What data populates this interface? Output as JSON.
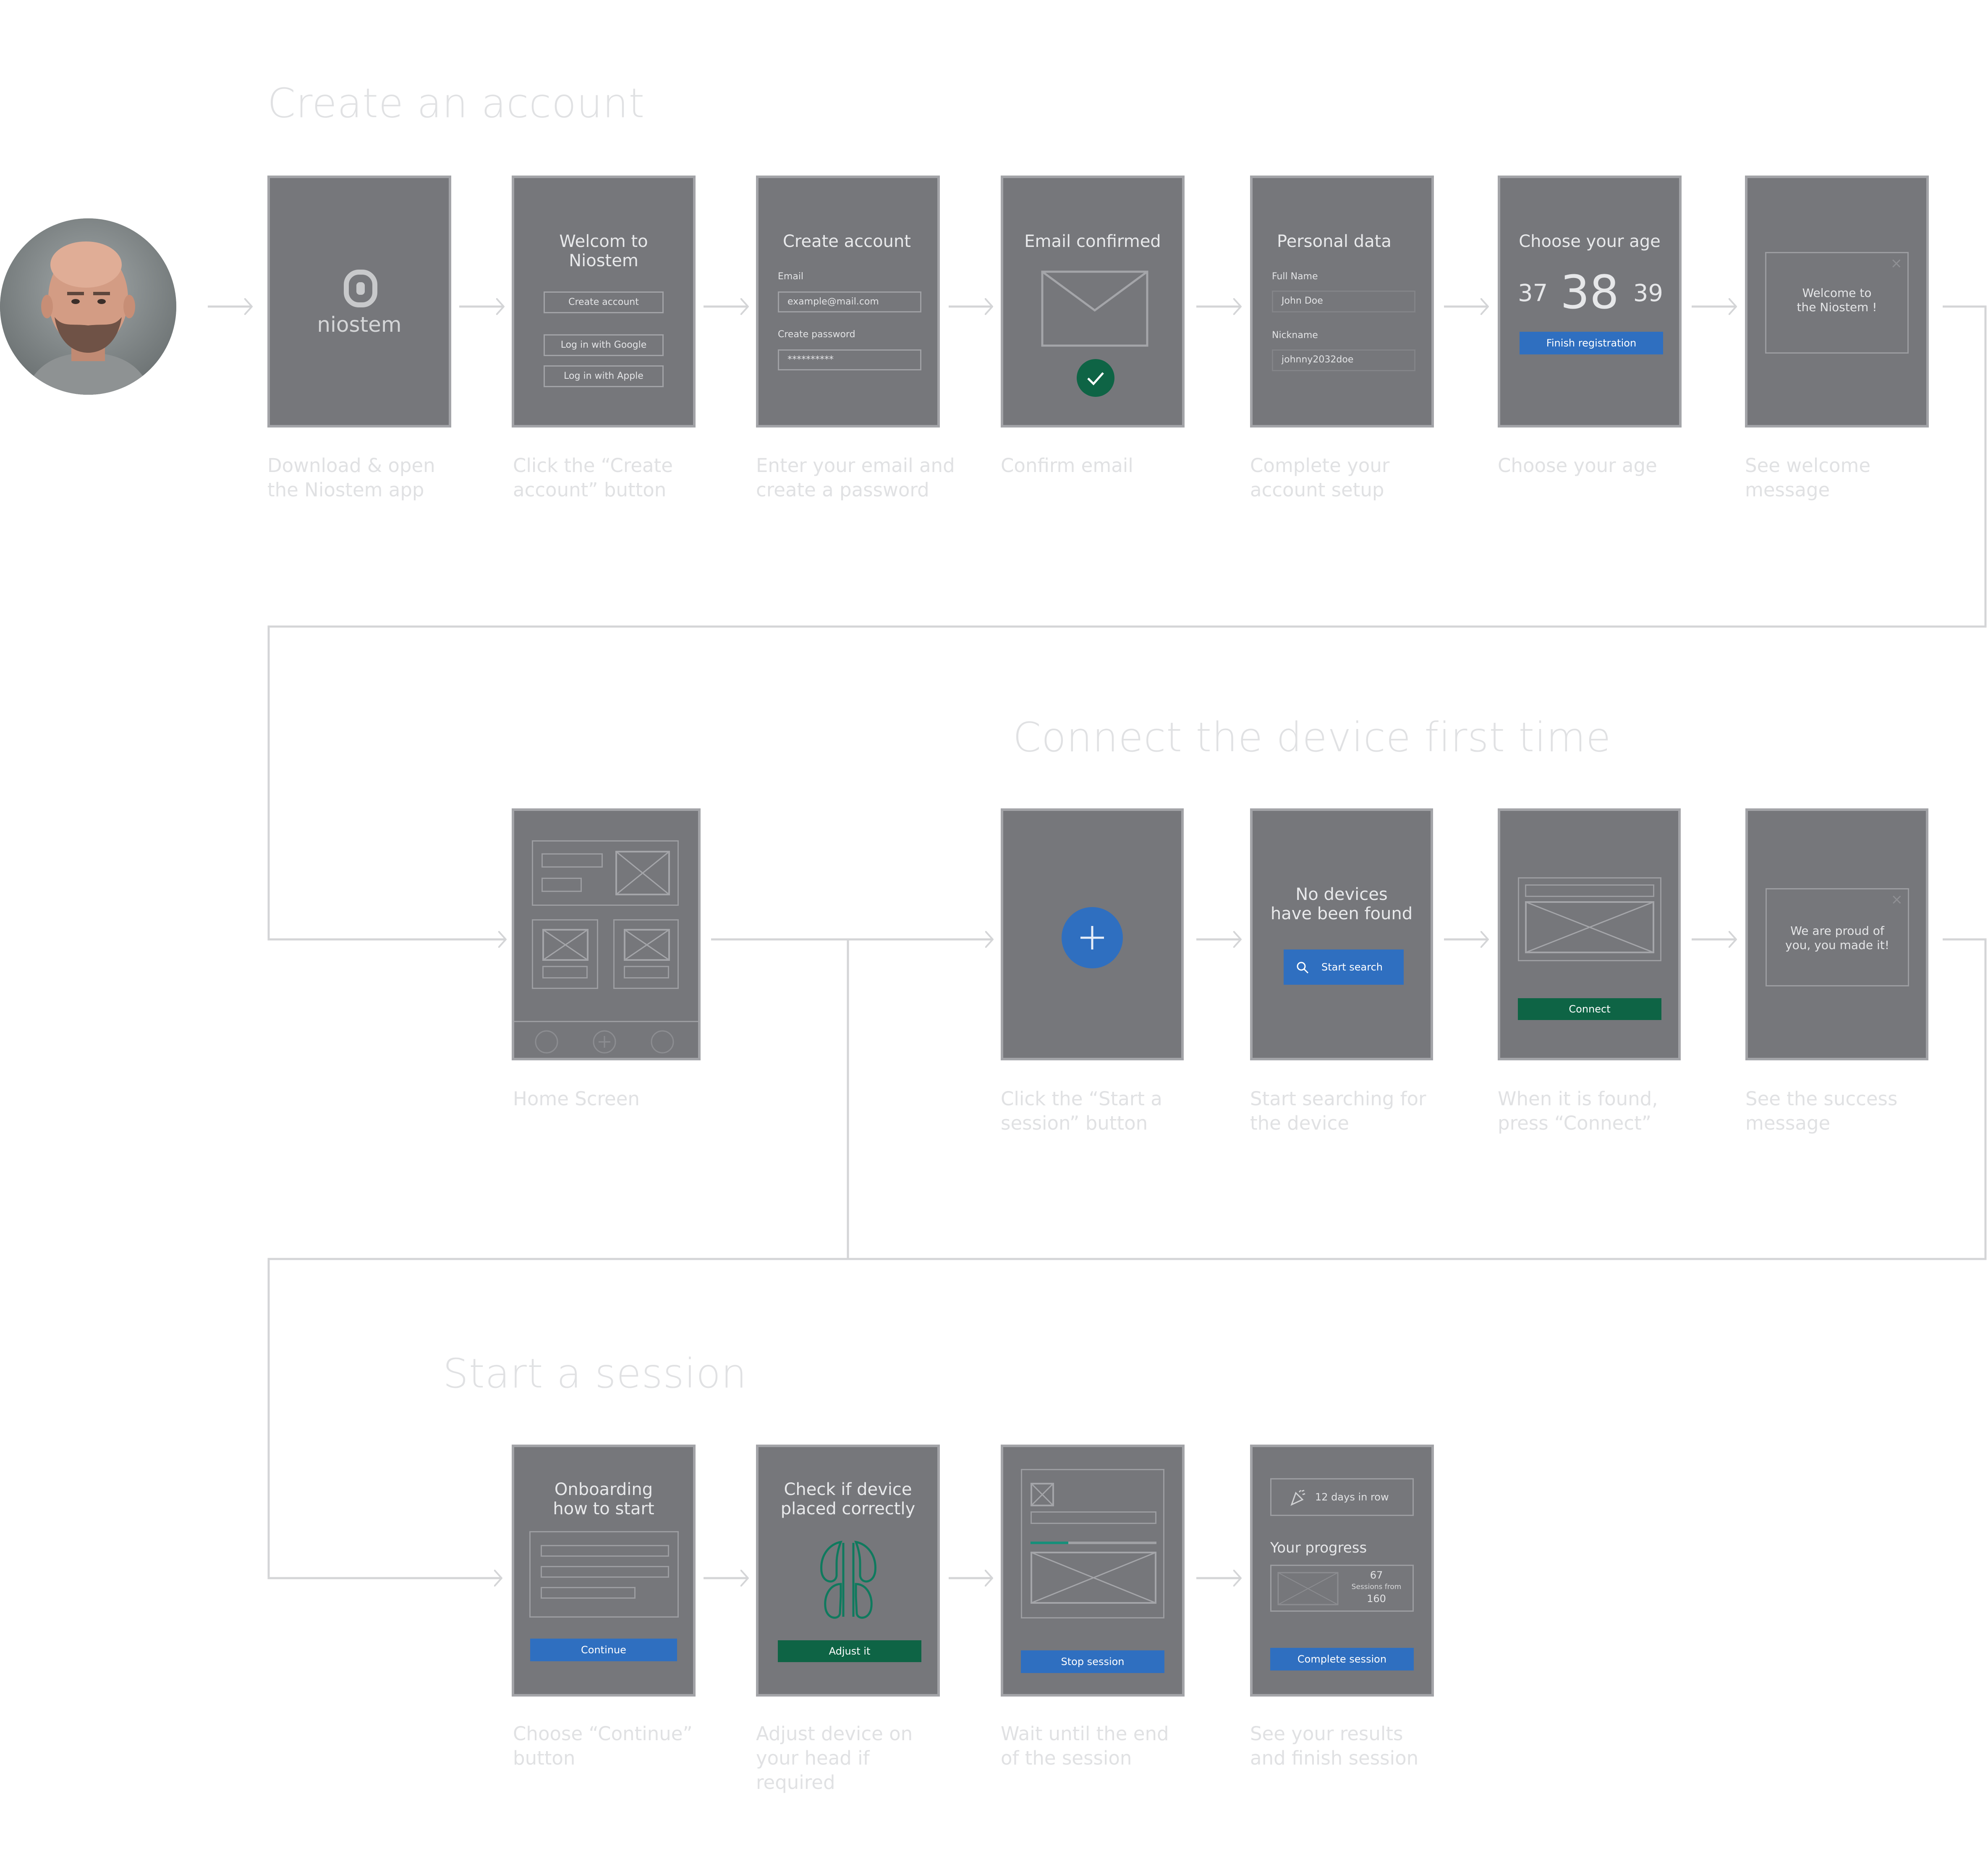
{
  "sections": {
    "account": "Create an account",
    "device": "Connect the device first time",
    "session": "Start a session"
  },
  "avatar": {
    "description_icon": "user-avatar"
  },
  "screens": {
    "s1": {
      "brand": "niostem",
      "caption": "Download & open\nthe Niostem app"
    },
    "s2": {
      "title": "Welcom to\nNiostem",
      "btn_create": "Create account",
      "btn_google": "Log in with Google",
      "btn_apple": "Log in with Apple",
      "caption": "Click the “Create\naccount” button"
    },
    "s3": {
      "title": "Create account",
      "email_label": "Email",
      "email_value": "example@mail.com",
      "password_label": "Create password",
      "password_value": "**********",
      "caption": "Enter your email and\ncreate a password"
    },
    "s4": {
      "title": "Email confirmed",
      "caption": "Confirm email"
    },
    "s5": {
      "title": "Personal data",
      "name_label": "Full Name",
      "name_value": "John Doe",
      "nick_label": "Nickname",
      "nick_value": "johnny2032doe",
      "caption": "Complete your\naccount setup"
    },
    "s6": {
      "title": "Choose your age",
      "age_prev": "37",
      "age_current": "38",
      "age_next": "39",
      "btn": "Finish registration",
      "caption": "Choose your age"
    },
    "s7": {
      "message": "Welcome to\nthe Niostem !",
      "close": "×",
      "caption": "See welcome\nmessage"
    },
    "s8": {
      "caption": "Home Screen"
    },
    "s9": {
      "caption": "Click the “Start a\nsession” button"
    },
    "s10": {
      "title": "No devices\nhave been found",
      "btn": "Start search",
      "caption": "Start searching for\nthe device"
    },
    "s11": {
      "btn": "Connect",
      "caption": "When it is found,\npress “Connect”"
    },
    "s12": {
      "message": "We are proud of\nyou, you made it!",
      "close": "×",
      "caption": "See the success\nmessage"
    },
    "s13": {
      "title": "Onboarding\nhow to start",
      "btn": "Continue",
      "caption": "Choose “Continue”\nbutton"
    },
    "s14": {
      "title": "Check if device\nplaced correctly",
      "btn": "Adjust it",
      "caption": "Adjust device on\nyour head if\nrequired"
    },
    "s15": {
      "btn": "Stop session",
      "caption": "Wait until the end\nof the session",
      "progress": 0.3
    },
    "s16": {
      "streak": "12 days in row",
      "progress_label": "Your progress",
      "sessions_done": "67",
      "sessions_from": "Sessions from",
      "sessions_total": "160",
      "btn": "Complete session",
      "caption": "See your results\nand finish session"
    }
  },
  "colors": {
    "screen_bg": "#76777b",
    "screen_border": "#a3a4a8",
    "blue": "#2f6fc0",
    "green": "#0e6445",
    "connector": "#d4d5d7",
    "faint_text": "#e0e1e3"
  }
}
